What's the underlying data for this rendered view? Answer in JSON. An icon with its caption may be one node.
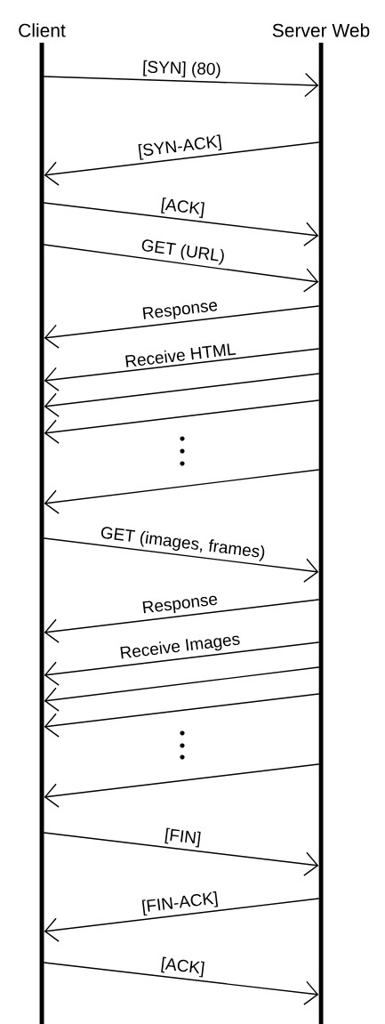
{
  "diagram": {
    "nodes": [
      {
        "text": [
          "Client"
        ]
      },
      {
        "text": [
          "Server Web"
        ]
      }
    ],
    "edges": [
      {
        "from": 0,
        "to": 1,
        "arrow": "to",
        "label": "[SYN] (80)"
      },
      {
        "from": 1,
        "to": 0,
        "arrow": "to",
        "label": "[SYN-ACK]"
      },
      {
        "from": 0,
        "to": 1,
        "arrow": "to",
        "label": "[ACK]"
      },
      {
        "from": 0,
        "to": 1,
        "arrow": "to",
        "label": "GET (URL)"
      },
      {
        "from": 1,
        "to": 0,
        "arrow": "to",
        "label": "Response"
      },
      {
        "from": 1,
        "to": 0,
        "arrow": "to",
        "label": "Receive HTML"
      },
      {
        "from": 1,
        "to": 0,
        "arrow": "to"
      },
      {
        "from": 1,
        "to": 0,
        "arrow": "to"
      },
      {
        "from": 1,
        "to": 0,
        "arrow": "to"
      },
      {
        "from": 0,
        "to": 1,
        "arrow": "to",
        "label": "GET (images, frames)"
      },
      {
        "from": 1,
        "to": 0,
        "arrow": "to",
        "label": "Response"
      },
      {
        "from": 1,
        "to": 0,
        "arrow": "to",
        "label": "Receive Images"
      },
      {
        "from": 1,
        "to": 0,
        "arrow": "to"
      },
      {
        "from": 1,
        "to": 0,
        "arrow": "to"
      },
      {
        "from": 1,
        "to": 0,
        "arrow": "to"
      },
      {
        "from": 0,
        "to": 1,
        "arrow": "to",
        "label": "[FIN]"
      },
      {
        "from": 1,
        "to": 0,
        "arrow": "to",
        "label": "[FIN-ACK]"
      },
      {
        "from": 0,
        "to": 1,
        "arrow": "to",
        "label": "[ACK]"
      }
    ]
  }
}
